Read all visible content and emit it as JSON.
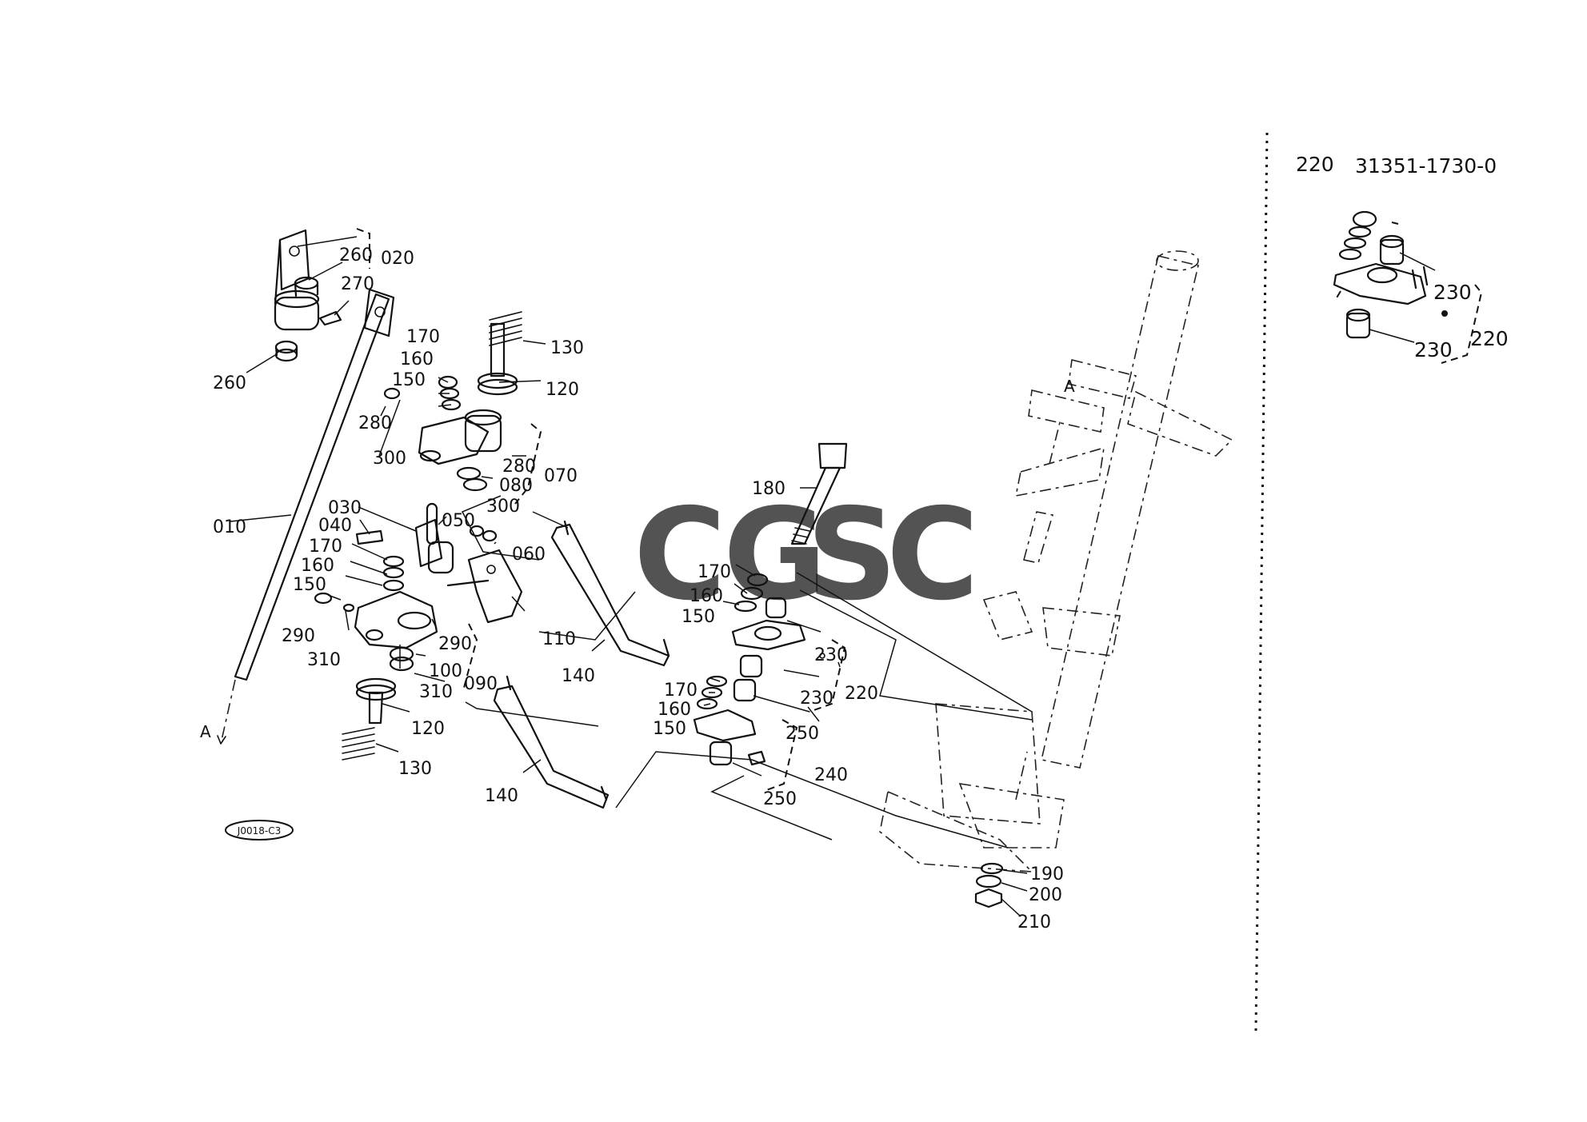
{
  "sheet": {
    "code_stamp": "J0018-C3",
    "view_marker": "A",
    "watermark": {
      "letters": [
        {
          "char": "C",
          "color": "#5b8def"
        },
        {
          "char": "G",
          "color": "#ee6b6b"
        },
        {
          "char": "S",
          "color": "#f5d251"
        },
        {
          "char": "C",
          "color": "#55b98a"
        }
      ]
    }
  },
  "inset": {
    "ref_no": "220",
    "part_no": "31351-1730-0"
  },
  "callouts": [
    {
      "id": "c260a",
      "text": "260"
    },
    {
      "id": "c020",
      "text": "020"
    },
    {
      "id": "c270",
      "text": "270"
    },
    {
      "id": "c260b",
      "text": "260"
    },
    {
      "id": "c170a",
      "text": "170"
    },
    {
      "id": "c160a",
      "text": "160"
    },
    {
      "id": "c150a",
      "text": "150"
    },
    {
      "id": "c280a",
      "text": "280"
    },
    {
      "id": "c300a",
      "text": "300"
    },
    {
      "id": "c130a",
      "text": "130"
    },
    {
      "id": "c120a",
      "text": "120"
    },
    {
      "id": "c280b",
      "text": "280"
    },
    {
      "id": "c080",
      "text": "080"
    },
    {
      "id": "c070",
      "text": "070"
    },
    {
      "id": "c300b",
      "text": "300"
    },
    {
      "id": "c010",
      "text": "010"
    },
    {
      "id": "c030",
      "text": "030"
    },
    {
      "id": "c040",
      "text": "040"
    },
    {
      "id": "c050",
      "text": "050"
    },
    {
      "id": "c060",
      "text": "060"
    },
    {
      "id": "c170b",
      "text": "170"
    },
    {
      "id": "c160b",
      "text": "160"
    },
    {
      "id": "c150b",
      "text": "150"
    },
    {
      "id": "c290a",
      "text": "290"
    },
    {
      "id": "c310a",
      "text": "310"
    },
    {
      "id": "c290b",
      "text": "290"
    },
    {
      "id": "c100",
      "text": "100"
    },
    {
      "id": "c310b",
      "text": "310"
    },
    {
      "id": "c090",
      "text": "090"
    },
    {
      "id": "c110",
      "text": "110"
    },
    {
      "id": "c120b",
      "text": "120"
    },
    {
      "id": "c130b",
      "text": "130"
    },
    {
      "id": "c140a",
      "text": "140"
    },
    {
      "id": "c140b",
      "text": "140"
    },
    {
      "id": "c180",
      "text": "180"
    },
    {
      "id": "c170c",
      "text": "170"
    },
    {
      "id": "c160c",
      "text": "160"
    },
    {
      "id": "c150c",
      "text": "150"
    },
    {
      "id": "c230a",
      "text": "230"
    },
    {
      "id": "c230b",
      "text": "230"
    },
    {
      "id": "c220a",
      "text": "220"
    },
    {
      "id": "c250a",
      "text": "250"
    },
    {
      "id": "c170d",
      "text": "170"
    },
    {
      "id": "c160d",
      "text": "160"
    },
    {
      "id": "c150d",
      "text": "150"
    },
    {
      "id": "c240",
      "text": "240"
    },
    {
      "id": "c250b",
      "text": "250"
    },
    {
      "id": "c190",
      "text": "190"
    },
    {
      "id": "c200",
      "text": "200"
    },
    {
      "id": "c210",
      "text": "210"
    },
    {
      "id": "c230c",
      "text": "230"
    },
    {
      "id": "c230d",
      "text": "230"
    },
    {
      "id": "c220b",
      "text": "220"
    }
  ]
}
